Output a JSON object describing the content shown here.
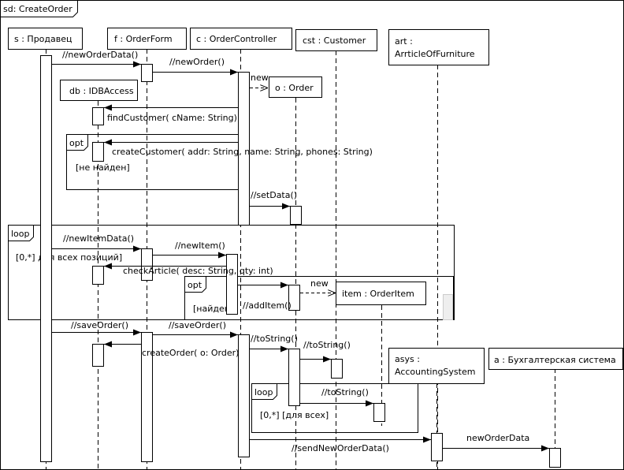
{
  "diagram_title": "sd: CreateOrder",
  "lifelines": [
    {
      "id": "s",
      "label": "s : Продавец"
    },
    {
      "id": "f",
      "label": "f : OrderForm"
    },
    {
      "id": "c",
      "label": "c : OrderController"
    },
    {
      "id": "cst",
      "label": "cst : Customer"
    },
    {
      "id": "art",
      "label": "art :",
      "label2": "ArrticleOfFurniture"
    },
    {
      "id": "asys",
      "label": "asys :",
      "label2": "AccountingSystem"
    },
    {
      "id": "a",
      "label": "a : Бухгалтерская система"
    }
  ],
  "created_objects": {
    "db": "db : IDBAccess",
    "o": "o : Order",
    "item": "item : OrderItem"
  },
  "messages": {
    "newOrderData": "//newOrderData()",
    "newOrder": "//newOrder()",
    "new1": "new",
    "findCustomer": "findCustomer(  cName: String)",
    "createCustomer": "createCustomer(  addr: String,   name: String,   phones: String)",
    "setData": "//setData()",
    "newItemData": "//newItemData()",
    "newItem": "//newItem()",
    "checkArticle": "checkArticle(  desc: String,   qty: int)",
    "new2": "new",
    "addItem": "//addItem()",
    "saveOrder1": "//saveOrder()",
    "saveOrder2": "//saveOrder()",
    "createOrder": "createOrder(  o: Order)",
    "toString1": "//toString()",
    "toString2": "//toString()",
    "toString3": "//toString()",
    "sendNewOrderData": "//sendNewOrderData()",
    "newOrderData2": "newOrderData"
  },
  "fragments": {
    "opt1_op": "opt",
    "opt1_guard": "[не найден]",
    "loop1_op": "loop",
    "loop1_guard": "[0,*]   для всех позиций]",
    "opt2_op": "opt",
    "opt2_guard": "[найден]",
    "loop2_op": "loop",
    "loop2_guard": "[0,*] [для всех]"
  }
}
